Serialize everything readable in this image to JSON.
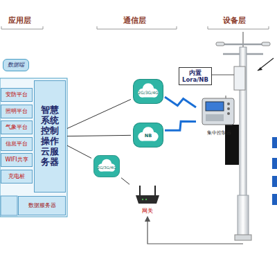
{
  "diagram": {
    "nodes": [
      {
        "text": [
          "数据端"
        ]
      },
      {
        "text": [
          "安防平台"
        ]
      },
      {
        "text": [
          "照明平台"
        ]
      },
      {
        "text": [
          "气象平台"
        ]
      },
      {
        "text": [
          "信息平台"
        ]
      },
      {
        "text": [
          "WIFI共享"
        ]
      },
      {
        "text": [
          "充电桩"
        ]
      },
      {
        "text": [
          "智慧系统控制操作云服务器"
        ]
      },
      {
        "text": [
          "数据服务器"
        ]
      },
      {
        "text": [
          "2G/3G/4G"
        ]
      },
      {
        "text": [
          "NB"
        ]
      },
      {
        "text": [
          "2G/3G/4G"
        ]
      },
      {
        "text": [
          "内置 Lora/NB"
        ]
      },
      {
        "text": [
          "集中控制器"
        ]
      },
      {
        "text": [
          "网关"
        ]
      }
    ],
    "edges": [
      {
        "from": 7,
        "to": 9,
        "arrow": "none"
      },
      {
        "from": 7,
        "to": 10,
        "arrow": "none"
      },
      {
        "from": 7,
        "to": 11,
        "arrow": "none"
      },
      {
        "from": 9,
        "to": 13,
        "arrow": "none"
      },
      {
        "from": 10,
        "to": 13,
        "arrow": "none"
      },
      {
        "from": 11,
        "to": 14,
        "arrow": "none"
      }
    ],
    "labels": [
      "应用层",
      "通信层",
      "设备层"
    ]
  }
}
